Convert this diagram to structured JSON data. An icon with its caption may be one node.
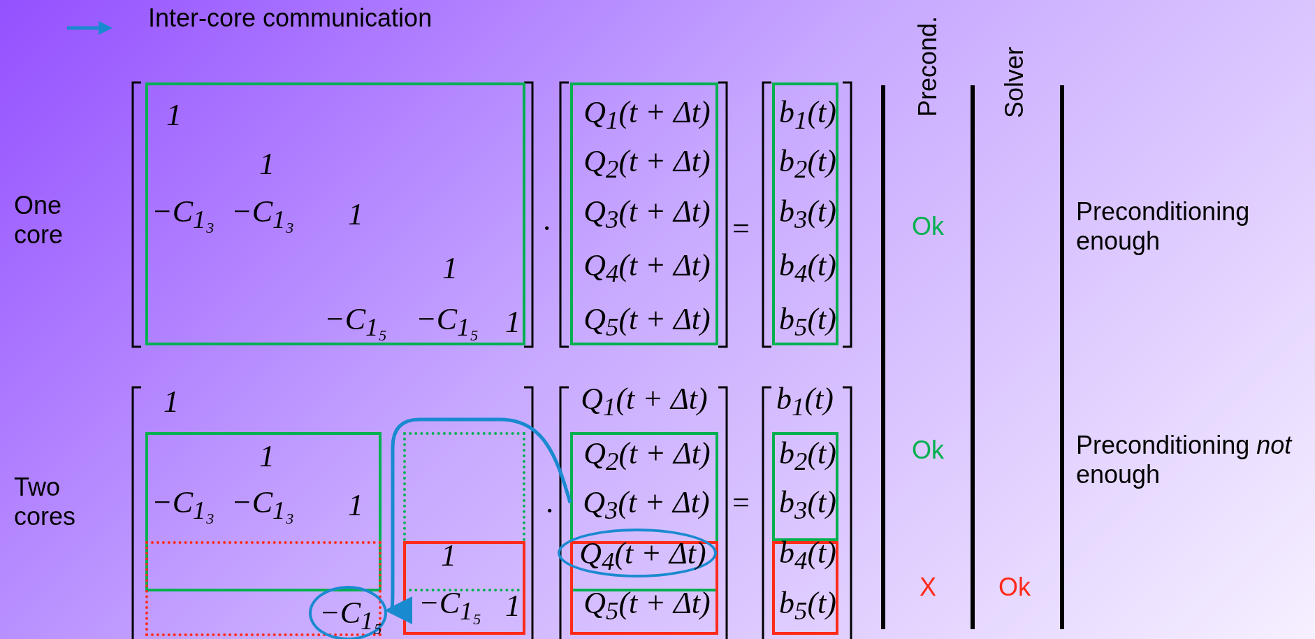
{
  "diagram": {
    "nodes": [
      {
        "text": [
          "1",
          "1",
          "−C$_{1₃}$",
          "−C$_{1₃}$",
          "1",
          "1",
          "−C$_{1₅}$",
          "−C$_{1₅}$",
          "1"
        ]
      },
      {
        "text": [
          "Q$_{1}$(t + Δt)",
          "Q$_{2}$(t + Δt)",
          "Q$_{3}$(t + Δt)",
          "Q$_{4}$(t + Δt)",
          "Q$_{5}$(t + Δt)"
        ]
      },
      {
        "text": [
          "b$_{1}$(t)",
          "b$_{2}$(t)",
          "b$_{3}$(t)",
          "b$_{4}$(t)",
          "b$_{5}$(t)"
        ]
      },
      {
        "text": [
          "1",
          "−C$_{1₃}$",
          "−C$_{1₃}$",
          "1"
        ]
      },
      {
        "text": [],
        "shape": "box"
      },
      {
        "text": [
          "Q$_{2}$(t + Δt)"
        ]
      },
      {
        "text": [
          "Q$_{3}$(t + Δt)"
        ],
        "in": 5
      },
      {
        "text": [
          "b$_{2}$(t)",
          "b$_{3}$(t)"
        ]
      },
      {
        "text": [],
        "shape": "box"
      },
      {
        "text": [
          "−C$_{1₅}$"
        ],
        "in": 8
      },
      {
        "text": [
          "1",
          "−C$_{1₅}$",
          "1"
        ]
      },
      {
        "text": [
          "Q$_{4}$(t + Δt)"
        ]
      },
      {
        "text": [
          "Q$_{5}$(t + Δt)"
        ]
      },
      {
        "text": [
          "b$_{4}$(t)",
          "b$_{5}$(t)"
        ]
      }
    ],
    "edges": [
      {
        "from": 6,
        "to": 9,
        "arrow": "to",
        "color": "#1a8ad0"
      }
    ],
    "labels": [
      "Precond.",
      "Solver",
      "One core",
      "·",
      "=",
      "Ok",
      "Preconditioning enough",
      "1",
      "Q$_{1}$(t + Δt)",
      "b$_{1}$(t)",
      "Ok",
      "Preconditioning *not* enough",
      "Two cores",
      "·",
      "=",
      "X",
      "Ok"
    ],
    "legend": [
      {
        "text": "Inter-core communication"
      }
    ]
  }
}
